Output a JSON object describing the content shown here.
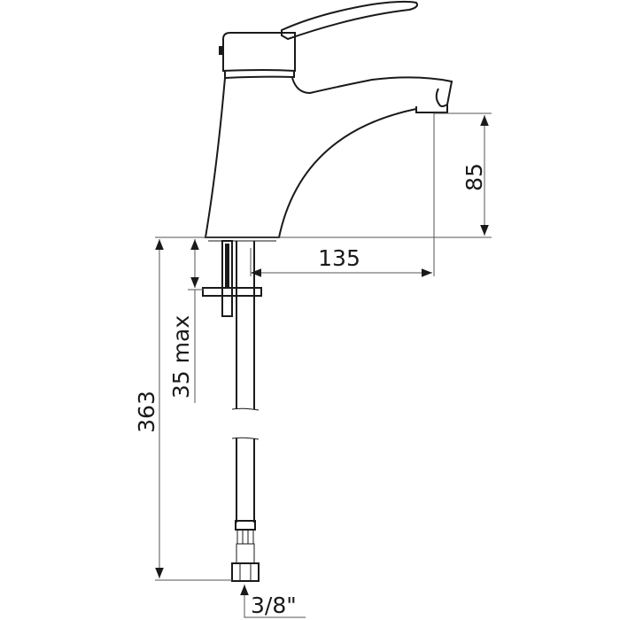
{
  "title": "Faucet technical drawing",
  "dimensions": {
    "spout_height": "85",
    "spout_reach": "135",
    "max_deck_thickness": "35 max",
    "total_height_below_deck": "363",
    "connection_size": "3/8\""
  },
  "colors": {
    "line": "#1a1a1a",
    "dimension": "#555555",
    "background": "#ffffff"
  }
}
